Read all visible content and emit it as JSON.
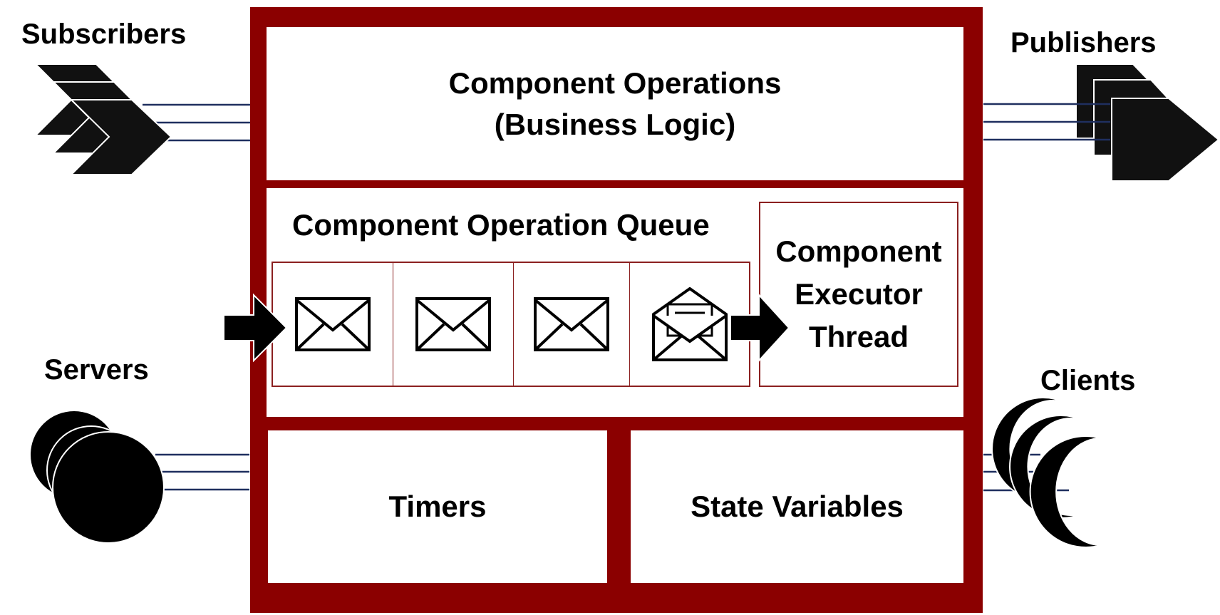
{
  "labels": {
    "subscribers": "Subscribers",
    "publishers": "Publishers",
    "servers": "Servers",
    "clients": "Clients"
  },
  "component": {
    "operations_line1": "Component Operations",
    "operations_line2": "(Business Logic)",
    "queue_title": "Component Operation Queue",
    "executor_line1": "Component",
    "executor_line2": "Executor",
    "executor_line3": "Thread",
    "timers": "Timers",
    "state_variables": "State Variables"
  },
  "queue_items": [
    "envelope-closed",
    "envelope-closed",
    "envelope-closed",
    "envelope-open"
  ],
  "colors": {
    "component_border": "#8b0000",
    "queue_border": "#8b2020",
    "connector_lines": "#1f2f5f",
    "shapes": "#111111"
  }
}
